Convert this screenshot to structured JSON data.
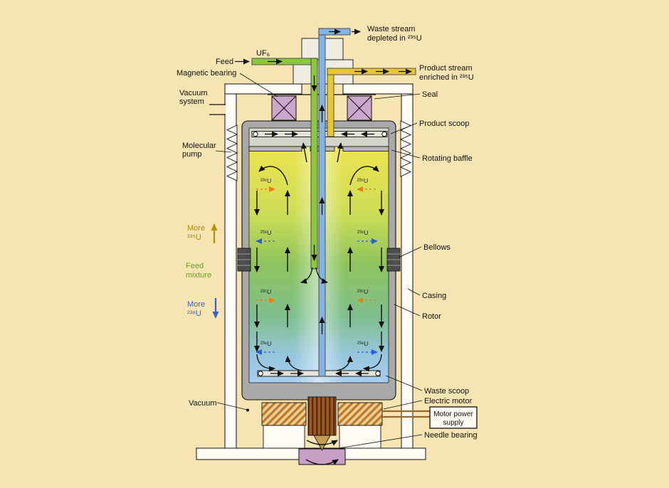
{
  "colors": {
    "background": "#f7e4b3",
    "feed_green": "#8dc63f",
    "product_yellow": "#e8c832",
    "waste_blue": "#85b3e3",
    "u235_arrow_orange": "#f07d12",
    "u238_arrow_blue": "#2b5fd9",
    "bearing_purple": "#cba6cd",
    "motor_orange": "#c07828",
    "more235_olive": "#a98e00",
    "feed_mixture_green": "#689f25",
    "more238_blue": "#3a62c4"
  },
  "left_labels": {
    "feed": "Feed",
    "uf6": "UF₆",
    "magnetic_bearing": "Magnetic bearing",
    "vacuum_system": [
      "Vacuum",
      "system"
    ],
    "molecular_pump": [
      "Molecular",
      "pump"
    ],
    "more_235": [
      "More",
      "²³⁵U"
    ],
    "feed_mixture": [
      "Feed",
      "mixture"
    ],
    "more_238": [
      "More",
      "²³⁸U"
    ],
    "vacuum": "Vacuum"
  },
  "right_labels": {
    "waste_stream": [
      "Waste stream",
      "depleted in ²³⁵U"
    ],
    "product_stream": [
      "Product stream",
      "enriched in ²³⁵U"
    ],
    "seal": "Seal",
    "product_scoop": "Product scoop",
    "rotating_baffle": "Rotating baffle",
    "bellows": "Bellows",
    "casing": "Casing",
    "rotor": "Rotor",
    "waste_scoop": "Waste scoop",
    "electric_motor": "Electric motor",
    "motor_power_supply": [
      "Motor power",
      "supply"
    ],
    "needle_bearing": "Needle bearing"
  },
  "isotopes": {
    "u235": "²³⁵U",
    "u238": "²³⁸U"
  }
}
